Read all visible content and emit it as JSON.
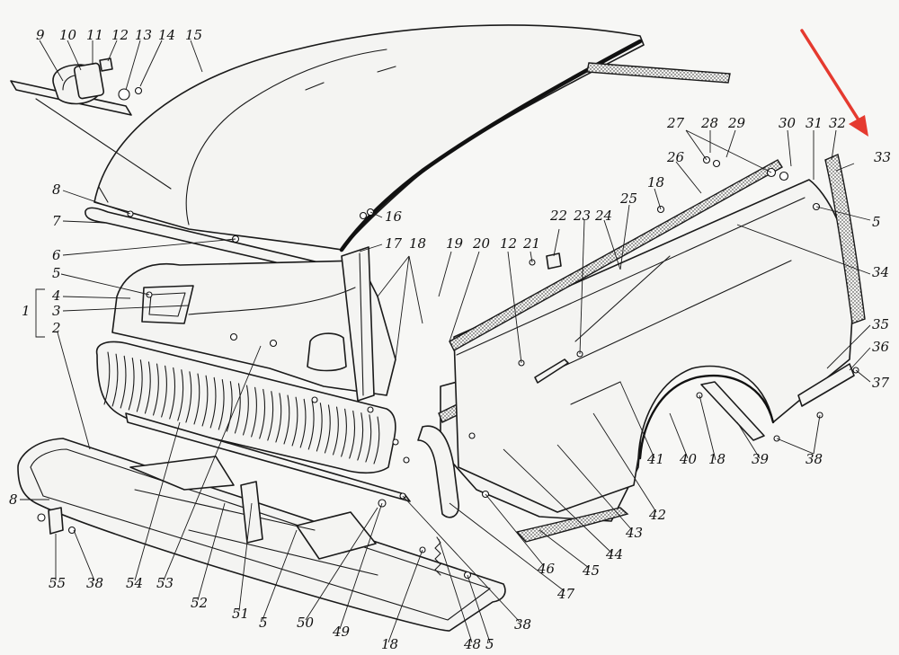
{
  "callouts": [
    {
      "label": "9"
    },
    {
      "label": "10"
    },
    {
      "label": "11"
    },
    {
      "label": "12"
    },
    {
      "label": "13"
    },
    {
      "label": "14"
    },
    {
      "label": "15"
    },
    {
      "label": "8"
    },
    {
      "label": "7"
    },
    {
      "label": "16"
    },
    {
      "label": "6"
    },
    {
      "label": "17"
    },
    {
      "label": "18"
    },
    {
      "label": "5"
    },
    {
      "label": "4"
    },
    {
      "label": "3"
    },
    {
      "label": "1"
    },
    {
      "label": "2"
    },
    {
      "label": "19"
    },
    {
      "label": "20"
    },
    {
      "label": "12"
    },
    {
      "label": "21"
    },
    {
      "label": "22"
    },
    {
      "label": "23"
    },
    {
      "label": "24"
    },
    {
      "label": "25"
    },
    {
      "label": "18"
    },
    {
      "label": "26"
    },
    {
      "label": "27"
    },
    {
      "label": "28"
    },
    {
      "label": "29"
    },
    {
      "label": "30"
    },
    {
      "label": "31"
    },
    {
      "label": "32"
    },
    {
      "label": "33"
    },
    {
      "label": "5"
    },
    {
      "label": "34"
    },
    {
      "label": "35"
    },
    {
      "label": "36"
    },
    {
      "label": "37"
    },
    {
      "label": "38"
    },
    {
      "label": "39"
    },
    {
      "label": "18"
    },
    {
      "label": "40"
    },
    {
      "label": "41"
    },
    {
      "label": "42"
    },
    {
      "label": "43"
    },
    {
      "label": "44"
    },
    {
      "label": "45"
    },
    {
      "label": "46"
    },
    {
      "label": "47"
    },
    {
      "label": "38"
    },
    {
      "label": "5"
    },
    {
      "label": "48"
    },
    {
      "label": "18"
    },
    {
      "label": "49"
    },
    {
      "label": "50"
    },
    {
      "label": "5"
    },
    {
      "label": "51"
    },
    {
      "label": "52"
    },
    {
      "label": "53"
    },
    {
      "label": "54"
    },
    {
      "label": "38"
    },
    {
      "label": "55"
    },
    {
      "label": "8"
    }
  ],
  "colors": {
    "ink": "#1a1a1a",
    "paper": "#f7f7f5",
    "highlight_arrow": "#e53a2f"
  }
}
